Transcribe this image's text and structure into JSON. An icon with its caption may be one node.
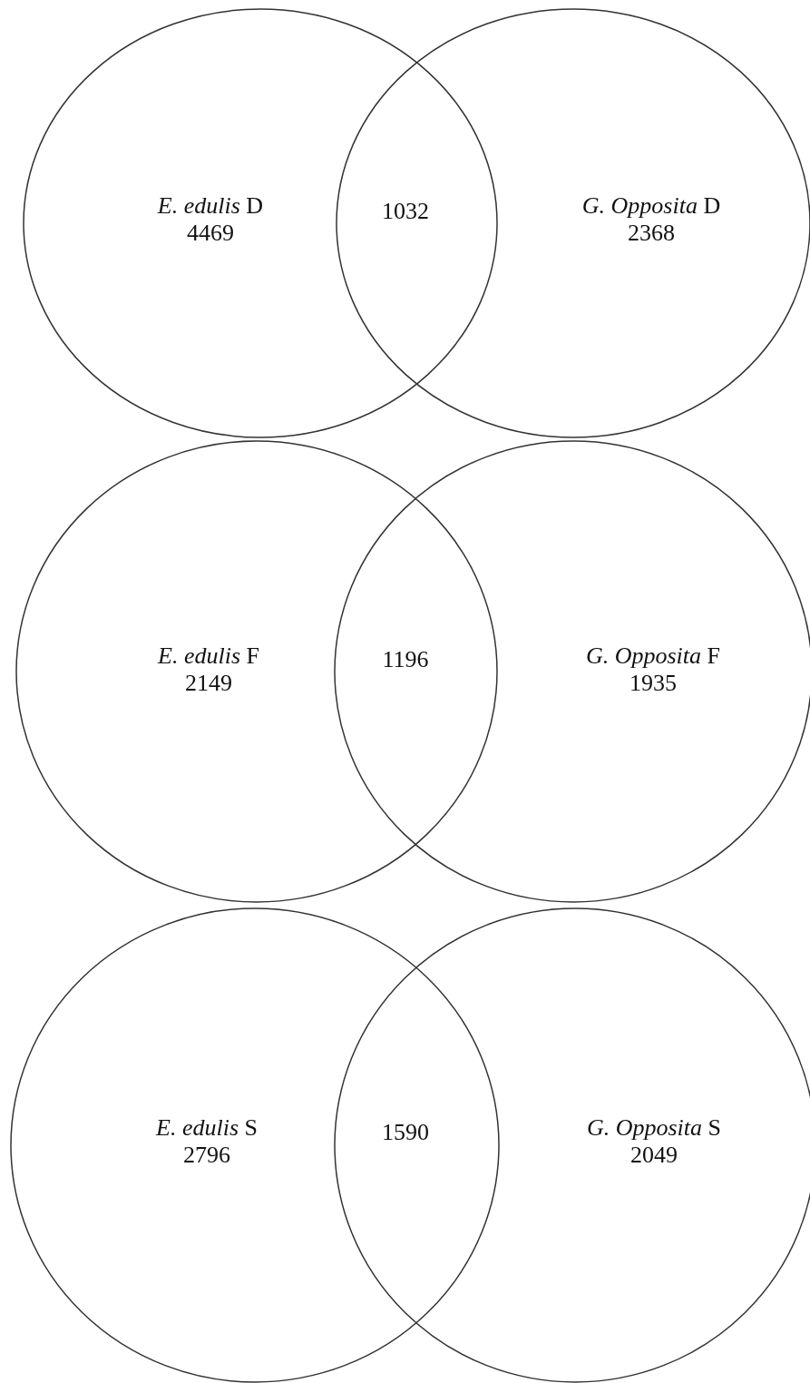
{
  "diagram": {
    "nodes": [
      {
        "text": [
          "*E. edulis* D",
          "4469"
        ]
      },
      {
        "text": [
          "*G. Opposita* D",
          "2368"
        ]
      },
      {
        "text": [
          "*E. edulis* F",
          "2149"
        ]
      },
      {
        "text": [
          "*G. Opposita* F",
          "1935"
        ]
      },
      {
        "text": [
          "*E. edulis* S",
          "2796"
        ]
      },
      {
        "text": [
          "*G. Opposita* S",
          "2049"
        ]
      }
    ],
    "labels": [
      "1032",
      "1196",
      "1590"
    ]
  }
}
